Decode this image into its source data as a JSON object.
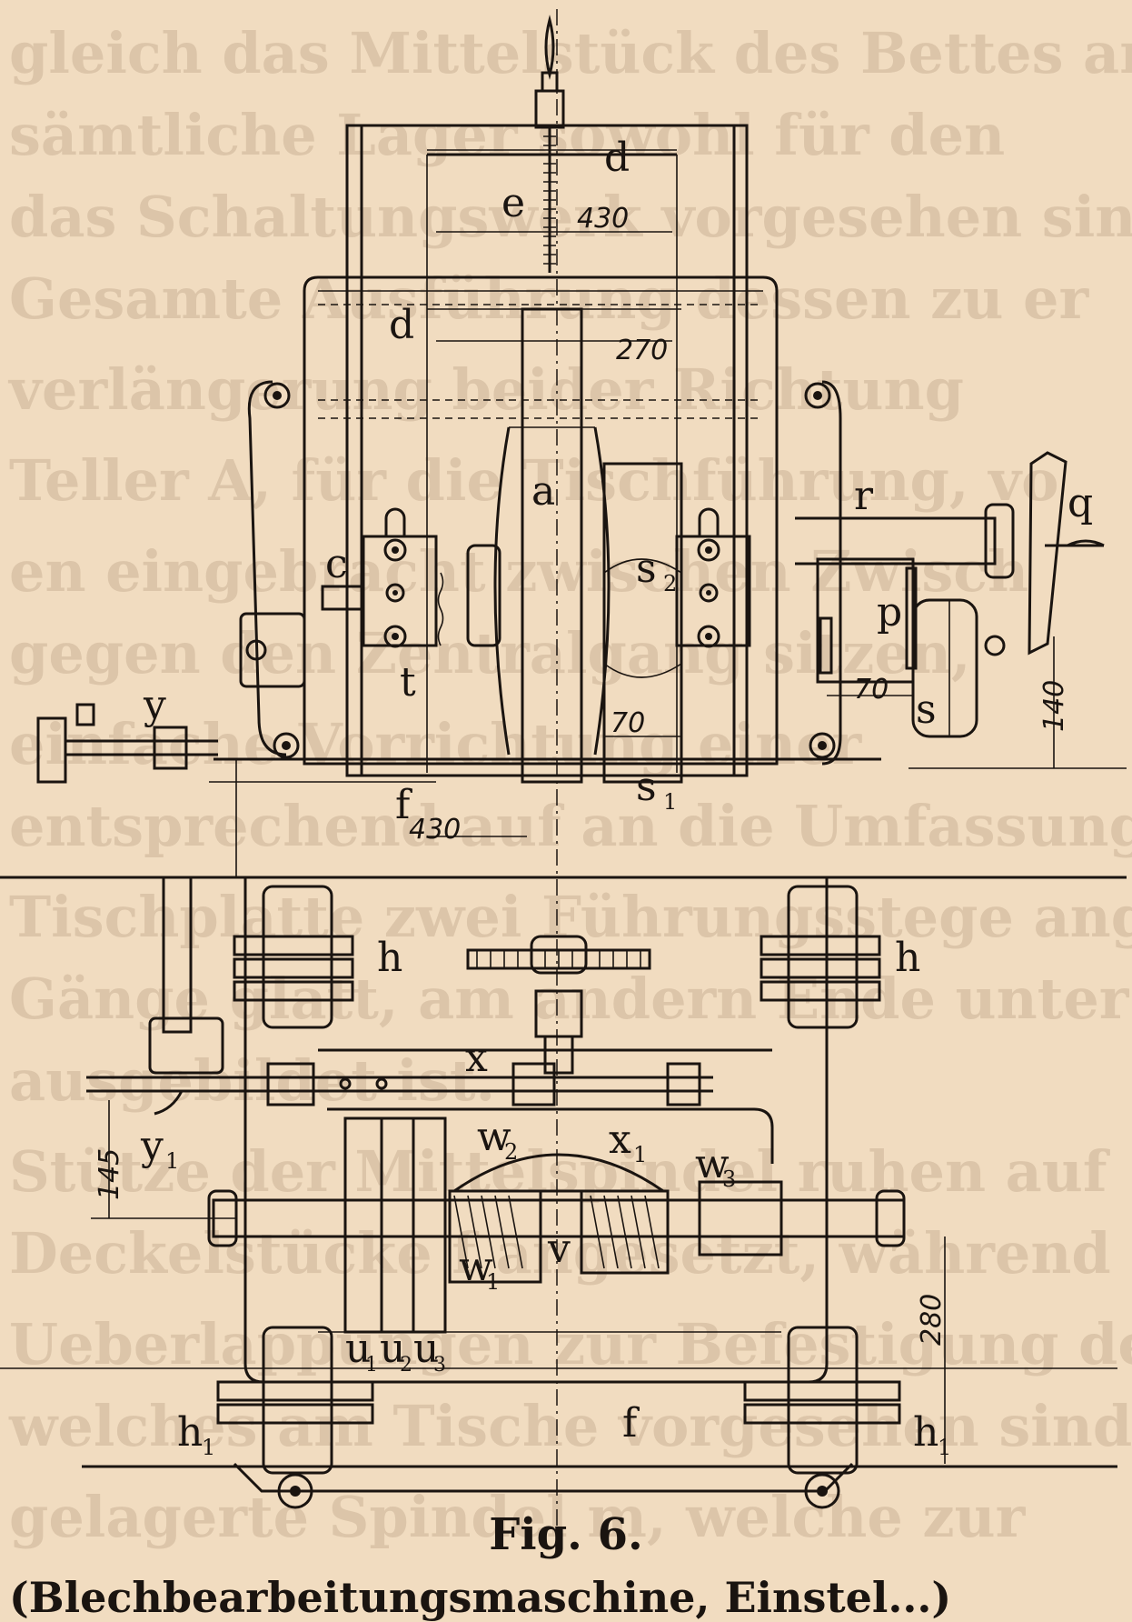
{
  "figure": {
    "caption": "Fig. 6.",
    "partial_text_below": "(Blechbearbeitungsmaschine, Einstel...)"
  },
  "background_text_lines": [
    "gleich das Mittelstück des Bettes ang",
    "sämtliche Lager sowohl für den",
    "das Schaltungswerk vorgesehen sind.",
    "Gesamte Ausführung dessen zu er",
    "verlängerung beider Richtung",
    "Teller A, für die Tischführung, vo",
    "en eingebracht zwischen Zwisch",
    "gegen den Zentralgang sitzen,",
    "einfache Vorrichtung einer",
    "entsprechend auf an die Umfassungen der",
    "Tischplatte zwei Führungsstege ang",
    "Gänge glatt, am andern Ende unter s",
    "ausgebildet ist.",
    "Stütze der Mittelspindel ruhen auf",
    "Deckelstücke f angesetzt, während",
    "Ueberlappungen zur Befestigung de",
    "welches am Tische vorgesehen sind. Ein",
    "gelagerte Spindel m, welche zur"
  ],
  "labels": {
    "d_top": "d",
    "e": "e",
    "d_mid": "d",
    "a": "a",
    "s2": "s",
    "s2_sub": "2",
    "s1": "s",
    "s1_sub": "1",
    "c": "c",
    "t": "t",
    "r": "r",
    "q": "q",
    "p": "p",
    "s": "s",
    "y": "y",
    "f_upper": "f",
    "h_left": "h",
    "h_right": "h",
    "x": "x",
    "y1": "y",
    "y1_sub": "1",
    "x1": "x",
    "x1_sub": "1",
    "w2": "w",
    "w2_sub": "2",
    "w3": "w",
    "w3_sub": "3",
    "w1": "w",
    "w1_sub": "1",
    "v": "v",
    "u1": "u",
    "u1_sub": "1",
    "u2": "u",
    "u2_sub": "2",
    "u3": "u",
    "u3_sub": "3",
    "h1_left": "h",
    "h1_left_sub": "1",
    "h1_right": "h",
    "h1_right_sub": "1",
    "f_lower": "f"
  },
  "dimensions": {
    "d430_top": "430",
    "d270": "270",
    "d70_center": "70",
    "d70_right": "70",
    "d140": "140",
    "d430_lower": "430",
    "d145": "145",
    "d280": "280"
  }
}
